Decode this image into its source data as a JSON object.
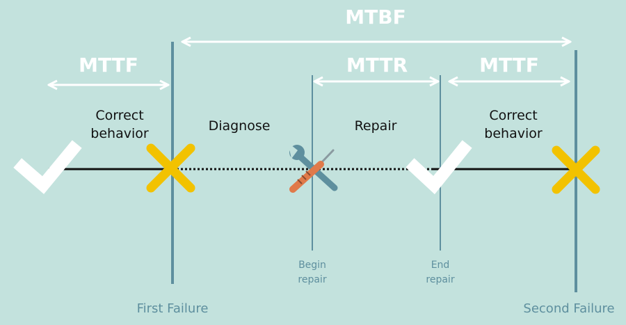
{
  "measures": {
    "mtbf": "MTBF",
    "mttf_left": "MTTF",
    "mttr": "MTTR",
    "mttf_right": "MTTF"
  },
  "phases": {
    "correct_left_line1": "Correct",
    "correct_left_line2": "behavior",
    "diagnose": "Diagnose",
    "repair": "Repair",
    "correct_right_line1": "Correct",
    "correct_right_line2": "behavior"
  },
  "markers": {
    "begin_repair_line1": "Begin",
    "begin_repair_line2": "repair",
    "end_repair_line1": "End",
    "end_repair_line2": "repair",
    "first_failure": "First Failure",
    "second_failure": "Second Failure"
  },
  "colors": {
    "background": "#c3e2dd",
    "failure_line": "#5e8f9e",
    "failure_mark": "#f2c200",
    "ok_mark": "#ffffff",
    "tool_handle": "#e07a4a",
    "tool_wrench": "#5e8f9e"
  },
  "icons": [
    "check-icon",
    "x-icon",
    "wrench-screwdriver-icon"
  ]
}
